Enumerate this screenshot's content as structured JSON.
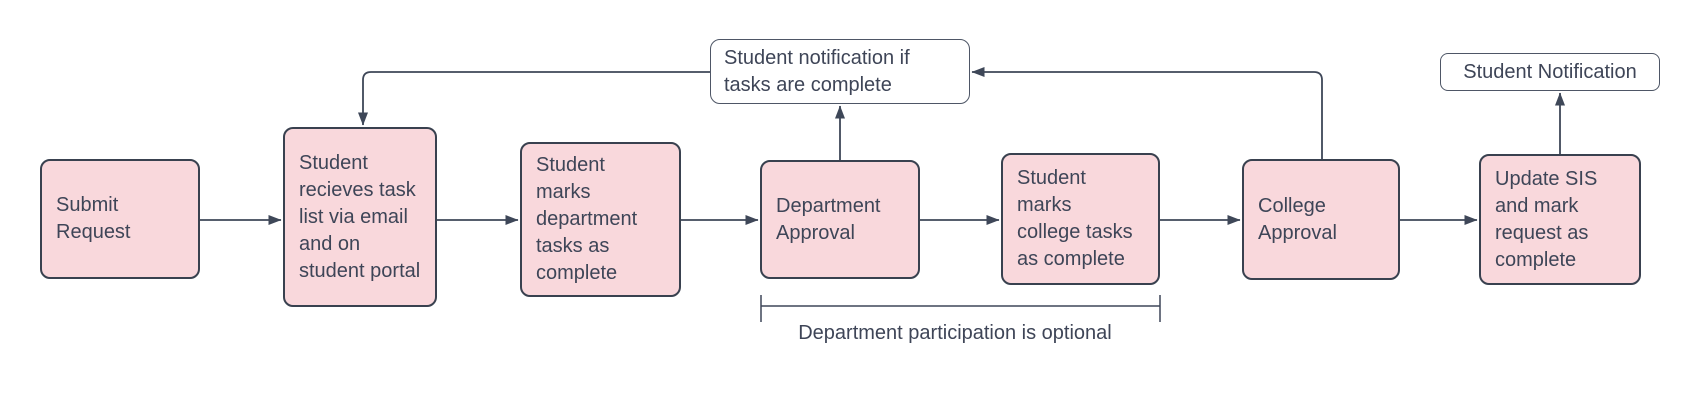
{
  "diagram_type": "flowchart",
  "colors": {
    "background": "#ffffff",
    "node_fill": "#F9D8DC",
    "node_border": "#39414F",
    "white_node_border": "#4E5666",
    "text": "#3E4557",
    "line": "#3E4758"
  },
  "nodes": {
    "submit_request": {
      "label": "Submit\nRequest"
    },
    "receive_tasks": {
      "label": "Student\nrecieves task\nlist via email\nand on\nstudent portal"
    },
    "mark_dept_tasks": {
      "label": "Student\nmarks\ndepartment\ntasks as\ncomplete"
    },
    "department_approval": {
      "label": "Department\nApproval"
    },
    "mark_college_tasks": {
      "label": "Student\nmarks\ncollege tasks\nas complete"
    },
    "college_approval": {
      "label": "College\nApproval"
    },
    "update_sis": {
      "label": "Update SIS\nand mark\nrequest as\ncomplete"
    },
    "notification_if_complete": {
      "label": "Student notification if\ntasks are complete"
    },
    "student_notification": {
      "label": "Student Notification"
    }
  },
  "annotation": {
    "label": "Department participation is optional"
  }
}
